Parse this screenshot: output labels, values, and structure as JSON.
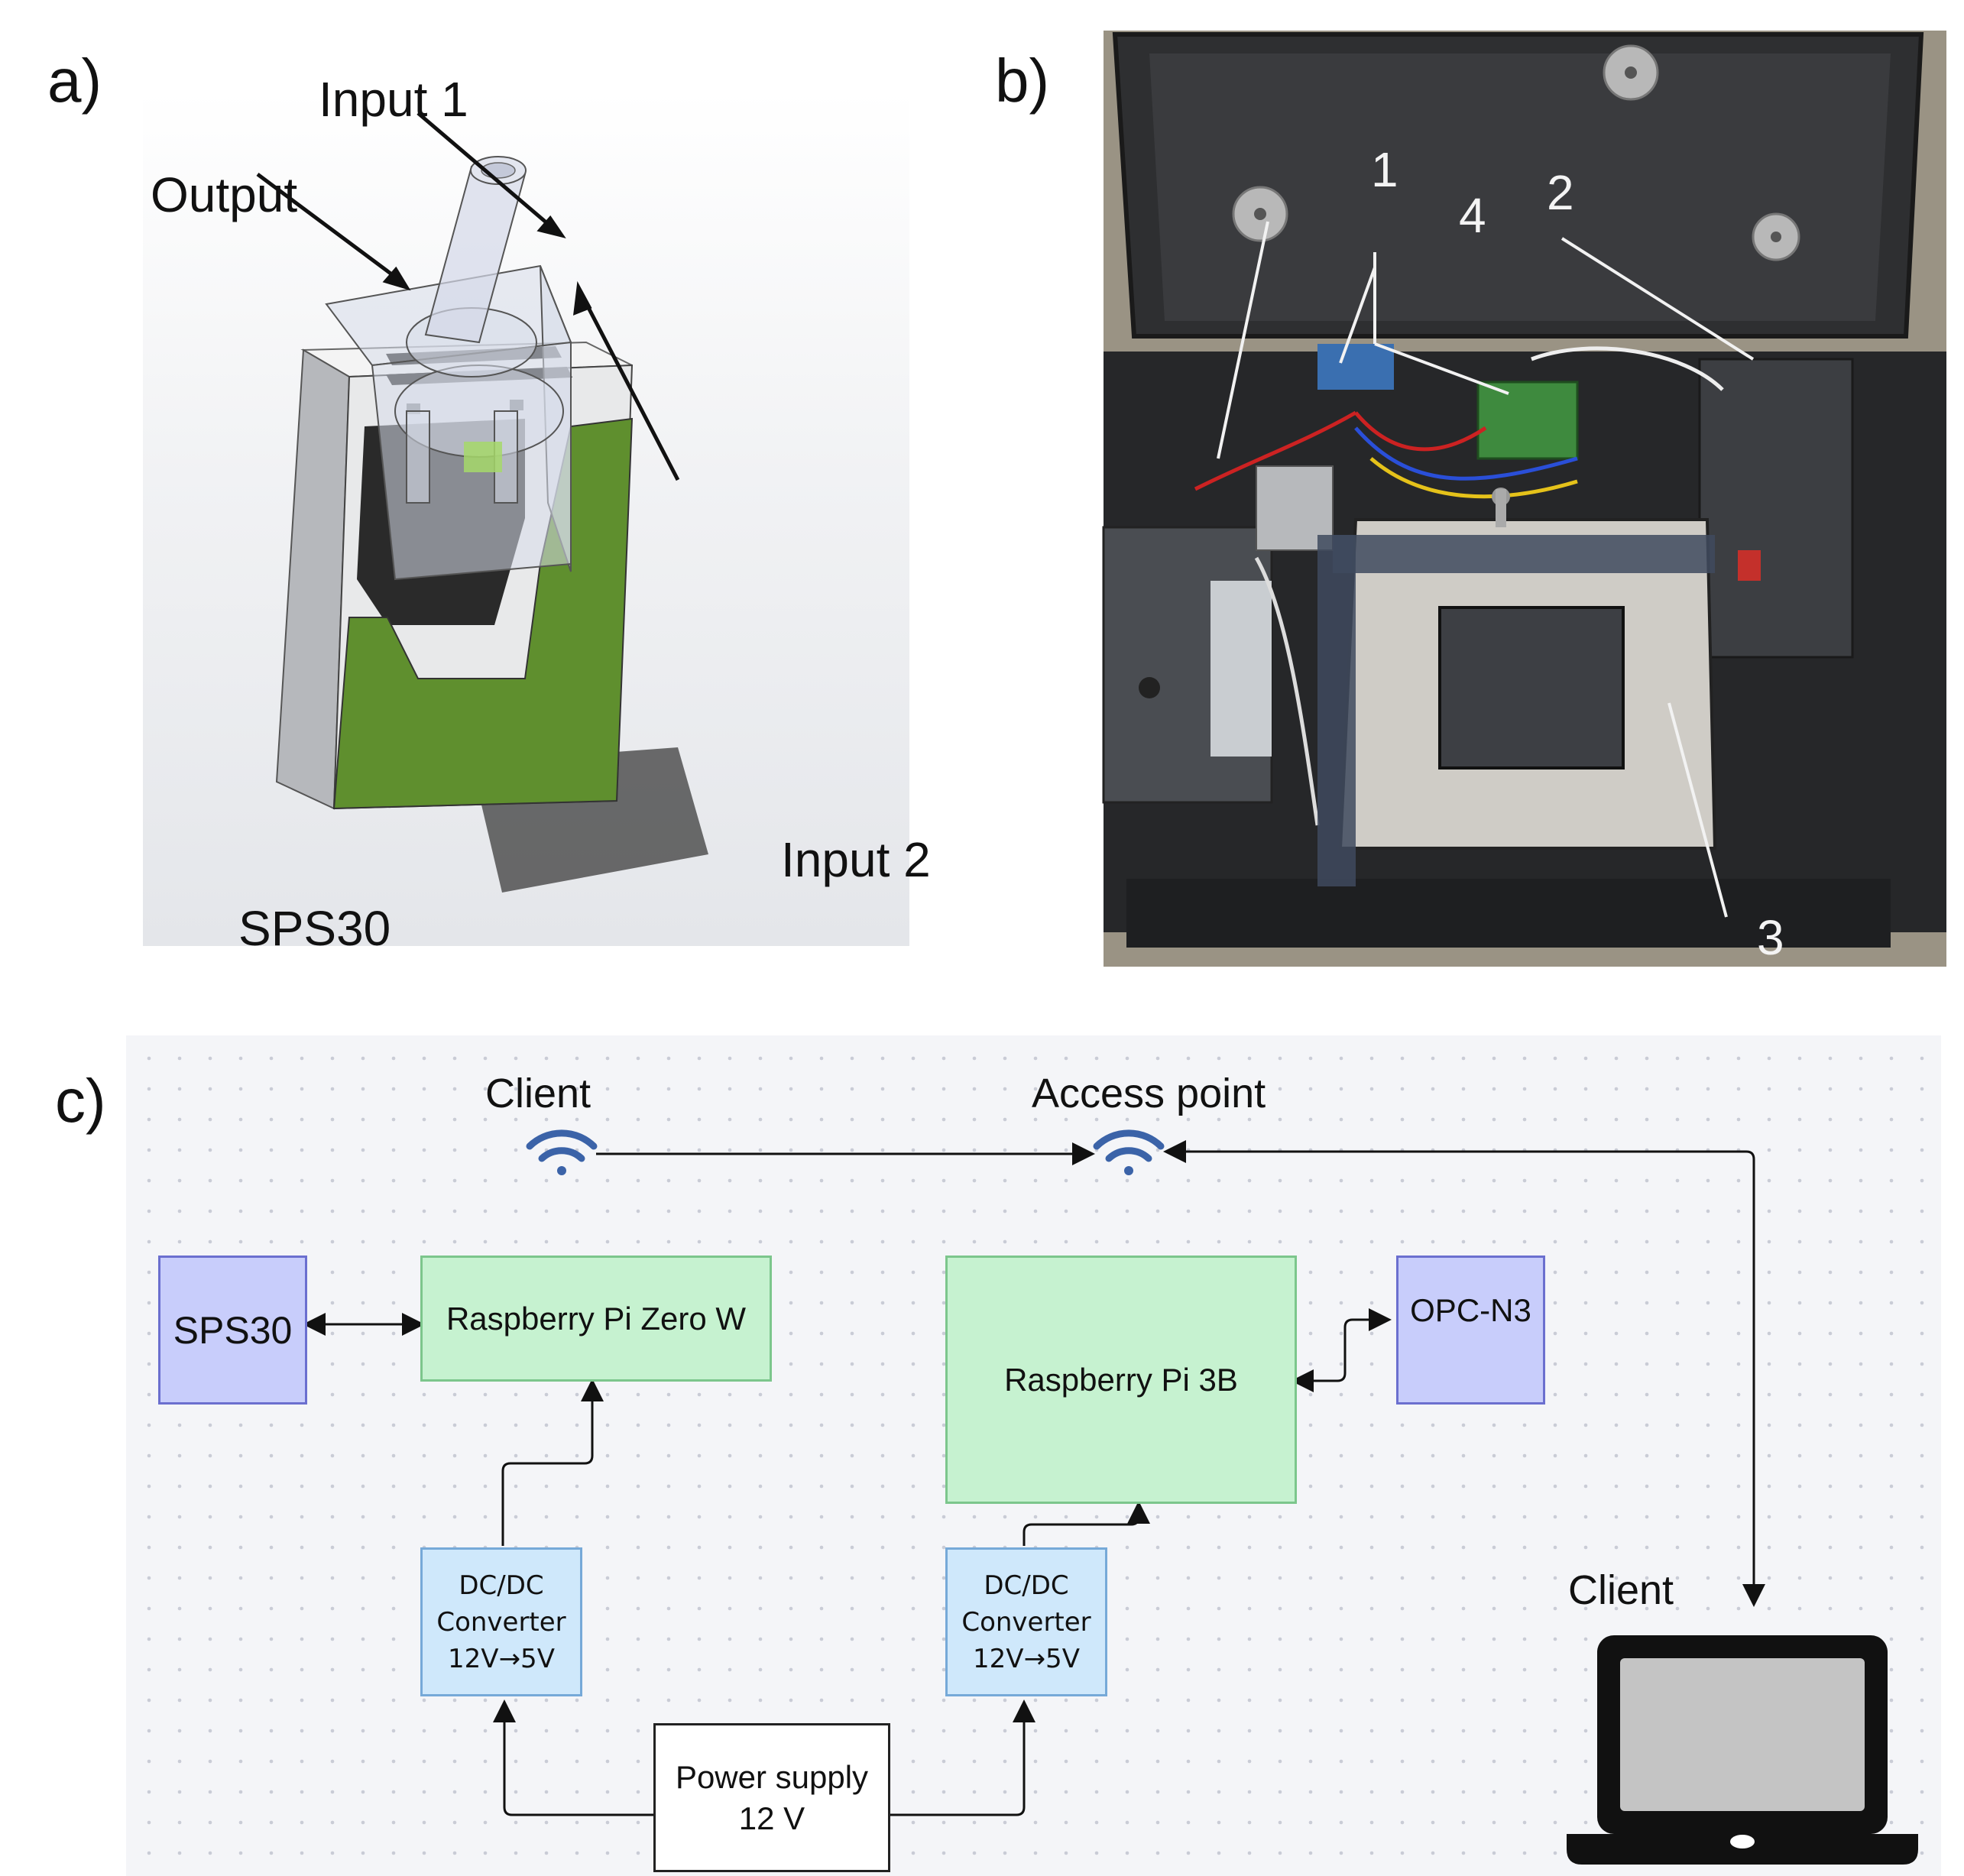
{
  "panels": {
    "a": {
      "letter": "a)",
      "labels": {
        "input1": "Input 1",
        "output": "Output",
        "input2": "Input 2",
        "sensor": "SPS30"
      }
    },
    "b": {
      "letter": "b)",
      "callouts": [
        "1",
        "2",
        "3",
        "4"
      ]
    },
    "c": {
      "letter": "c)",
      "client_top": "Client",
      "access_point": "Access point",
      "client_laptop": "Client",
      "nodes": {
        "sps30": "SPS30",
        "rpi_zero": "Raspberry Pi Zero W",
        "rpi_3b": "Raspberry Pi 3B",
        "opc_n3": "OPC-N3",
        "dcdc_left": {
          "line1": "DC/DC",
          "line2": "Converter",
          "line3": "12V→5V"
        },
        "dcdc_right": {
          "line1": "DC/DC",
          "line2": "Converter",
          "line3": "12V→5V"
        },
        "power": {
          "line1": "Power supply",
          "line2": "12 V"
        }
      }
    }
  },
  "colors": {
    "sensor_blue": "#c8cdfb",
    "pi_green": "#c6f2d0",
    "converter_blue": "#cfe8fb",
    "wifi": "#3b63a8",
    "pcb_green": "#5f8f2e"
  },
  "icons": [
    "wifi-icon",
    "laptop-icon"
  ]
}
